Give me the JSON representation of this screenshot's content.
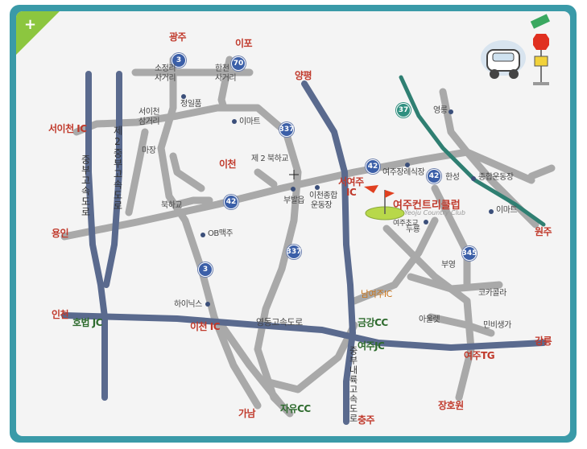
{
  "corner": {
    "plus": "+"
  },
  "badges": [
    {
      "id": "b3a",
      "text": "3"
    },
    {
      "id": "b70",
      "text": "70"
    },
    {
      "id": "b337a",
      "text": "337"
    },
    {
      "id": "b37",
      "text": "37"
    },
    {
      "id": "b42a",
      "text": "42"
    },
    {
      "id": "b42b",
      "text": "42"
    },
    {
      "id": "b42c",
      "text": "42"
    },
    {
      "id": "b3b",
      "text": "3"
    },
    {
      "id": "b337b",
      "text": "337"
    },
    {
      "id": "b345",
      "text": "345"
    }
  ],
  "labels": {
    "gwangju": "광주",
    "ipo": "이포",
    "sojeongri": "소정리",
    "sagori1": "사거리",
    "hancheon": "한천",
    "sagori2": "사거리",
    "yangpyeong": "양평",
    "jeongilpum": "정일품",
    "seoicheon_ic": "서이천 IC",
    "seoicheon": "서이천",
    "samgeori": "삼거리",
    "emart1": "이마트",
    "yeongneung": "영릉",
    "majang": "마장",
    "jung2_road": "제2중부고속도로",
    "jungbu_road": "중부고속도로",
    "icheon": "이천",
    "bukhagyo2": "제 2 북하교",
    "seoyeoju_ic": "서여주",
    "ic": "IC",
    "yeoju_market": "여주장례식장",
    "hanseong": "한성",
    "sports_complex": "종합운동장",
    "bukhagyo": "북하교",
    "bubaleup": "부발읍",
    "icheon_sports": "이천종합",
    "undongjang": "운동장",
    "club_name": "여주컨트리클럽",
    "club_sub": "Yeoju Country Club",
    "school": "여주초교",
    "emart2": "이마트",
    "yongin": "용인",
    "ob_beer": "OB맥주",
    "duryong": "두룡",
    "wonju": "원주",
    "buyeong": "부영",
    "nam_yeoju_ic": "남여주IC",
    "cocacola": "코카콜라",
    "incheon": "인천",
    "hynix": "하이닉스",
    "hobeop_jc": "호법 JC",
    "icheon_ic": "이천 IC",
    "yeongdong_road": "영동고속도로",
    "geumgang_cc": "금강CC",
    "aulet": "아울렛",
    "minbi": "민비생가",
    "gangneung": "강릉",
    "yeoju_jc": "여주JC",
    "jungbu_naeryuk": "중부내륙고속도로",
    "yeoju_tg": "여주TG",
    "jayu_cc": "자유CC",
    "gana": "가남",
    "chungju": "충주",
    "janghowon": "장호원"
  },
  "colors": {
    "frame": "#3a9aa8",
    "expressway": "#5a6a8e",
    "road": "#a9a9a9",
    "teal_road": "#2f7f72",
    "city_red": "#c0392b",
    "green_text": "#2e6b2e",
    "orange_text": "#c8741a"
  },
  "icons": {
    "car": "car-icon",
    "stop": "stop-sign-icon",
    "flag": "golf-flag-icon",
    "plus": "plus-icon",
    "crosshair": "crosshair-icon"
  }
}
